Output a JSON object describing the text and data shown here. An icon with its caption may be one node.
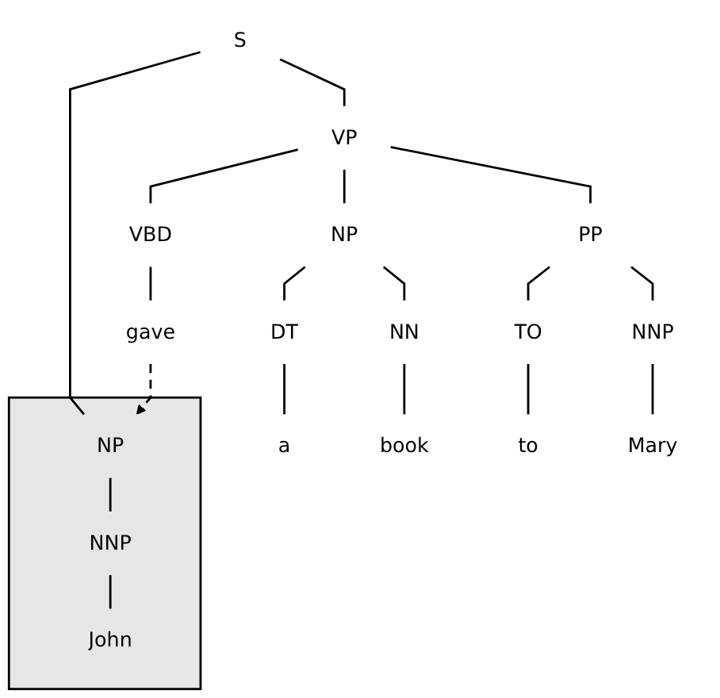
{
  "diagram": {
    "nodes": [
      {
        "text": [
          "S"
        ]
      },
      {
        "text": [],
        "shape": "box"
      },
      {
        "text": [
          "NP"
        ],
        "in": 1
      },
      {
        "text": [
          "NNP"
        ],
        "in": 1
      },
      {
        "text": [
          "John"
        ],
        "in": 1
      },
      {
        "text": [
          "VP"
        ]
      },
      {
        "text": [
          "VBD"
        ]
      },
      {
        "text": [
          "NP"
        ]
      },
      {
        "text": [
          "PP"
        ]
      },
      {
        "text": [
          "gave"
        ]
      },
      {
        "text": [
          "DT"
        ]
      },
      {
        "text": [
          "NN"
        ]
      },
      {
        "text": [
          "TO"
        ]
      },
      {
        "text": [
          "NNP"
        ]
      },
      {
        "text": [
          "a"
        ]
      },
      {
        "text": [
          "book"
        ]
      },
      {
        "text": [
          "to"
        ]
      },
      {
        "text": [
          "Mary"
        ]
      }
    ],
    "edges": [
      {
        "from": 0,
        "to": 2,
        "arrow": "none"
      },
      {
        "from": 2,
        "to": 3,
        "arrow": "none"
      },
      {
        "from": 3,
        "to": 4,
        "arrow": "none"
      },
      {
        "from": 0,
        "to": 5,
        "arrow": "none"
      },
      {
        "from": 5,
        "to": 6,
        "arrow": "none"
      },
      {
        "from": 5,
        "to": 7,
        "arrow": "none"
      },
      {
        "from": 5,
        "to": 8,
        "arrow": "none"
      },
      {
        "from": 6,
        "to": 9,
        "arrow": "none"
      },
      {
        "from": 7,
        "to": 10,
        "arrow": "none"
      },
      {
        "from": 7,
        "to": 11,
        "arrow": "none"
      },
      {
        "from": 8,
        "to": 12,
        "arrow": "none"
      },
      {
        "from": 8,
        "to": 13,
        "arrow": "none"
      },
      {
        "from": 10,
        "to": 14,
        "arrow": "none"
      },
      {
        "from": 11,
        "to": 15,
        "arrow": "none"
      },
      {
        "from": 12,
        "to": 16,
        "arrow": "none"
      },
      {
        "from": 13,
        "to": 17,
        "arrow": "none"
      },
      {
        "from": 9,
        "to": 2,
        "arrow": "to",
        "style": "dashed"
      }
    ]
  }
}
